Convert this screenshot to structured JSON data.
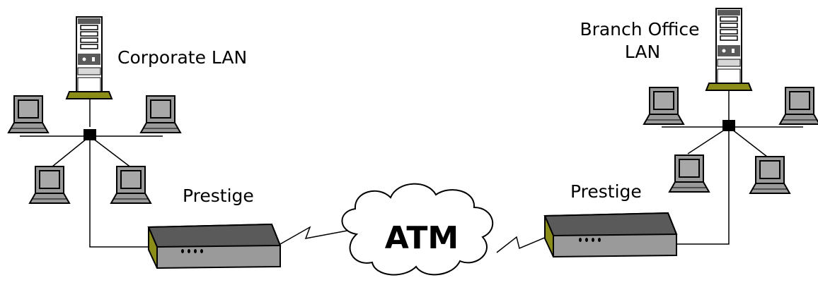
{
  "corporate": {
    "label": "Corporate LAN",
    "router_label": "Prestige"
  },
  "branch": {
    "label_line1": "Branch Office",
    "label_line2": "LAN",
    "router_label": "Prestige"
  },
  "cloud": {
    "label": "ATM"
  },
  "colors": {
    "line": "#000000",
    "device_gray": "#9a9a9a",
    "device_dark": "#5a5a5a",
    "screen_gray": "#a8a8a8",
    "olive_panel": "#8c8c18"
  },
  "icons": [
    "server-icon",
    "laptop-icon",
    "hub-icon",
    "router-icon",
    "cloud-icon"
  ]
}
